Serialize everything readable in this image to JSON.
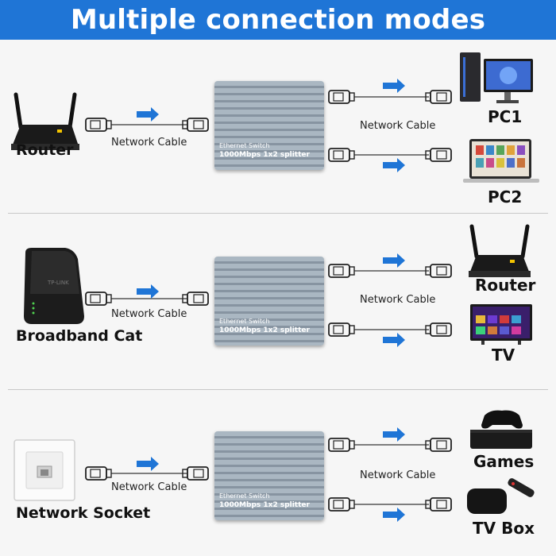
{
  "title": "Multiple connection modes",
  "switch_label_line1": "Ethernet Switch",
  "switch_label_line2": "1000Mbps 1x2 splitter",
  "cable_label": "Network Cable",
  "accent_color": "#1f75d6",
  "rows": [
    {
      "source": "Router",
      "outputs": [
        "PC1",
        "PC2"
      ]
    },
    {
      "source": "Broadband Cat",
      "outputs": [
        "Router",
        "TV"
      ]
    },
    {
      "source": "Network Socket",
      "outputs": [
        "Games",
        "TV Box"
      ]
    }
  ]
}
